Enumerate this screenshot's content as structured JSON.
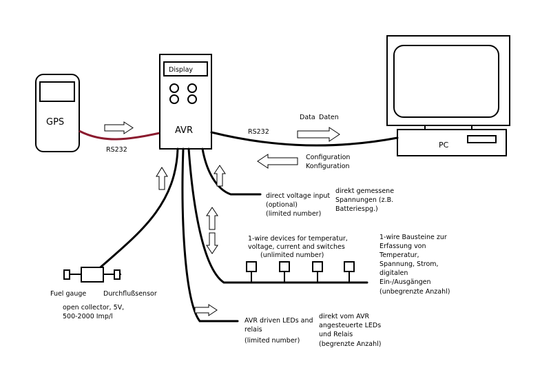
{
  "gps": {
    "label": "GPS"
  },
  "avr": {
    "label": "AVR",
    "display_label": "Display"
  },
  "pc": {
    "label": "PC"
  },
  "links": {
    "rs232_gps": "RS232",
    "rs232_pc": "RS232",
    "data_en": "Data",
    "data_de": "Daten",
    "config_en": "Configuration",
    "config_de": "Konfiguration"
  },
  "voltage_input": {
    "en_lines": [
      "direct voltage input",
      "(optional)",
      "(limited number)"
    ],
    "de_lines": [
      "direkt gemessene",
      "Spannungen (z.B.",
      "Batteriespg.)"
    ]
  },
  "onewire": {
    "en_lines": [
      "1-wire devices for temperatur,",
      "voltage, current and switches",
      "(unlimited number)"
    ],
    "de_lines": [
      "1-wire Bausteine zur",
      "Erfassung von",
      "Temperatur,",
      "Spannung, Strom,",
      "digitalen",
      "Ein-/Ausgängen",
      "(unbegrenzte Anzahl)"
    ]
  },
  "fuel": {
    "label_en": "Fuel gauge",
    "label_de": "Durchflußsensor",
    "spec_lines": [
      "open collector, 5V,",
      "500-2000 Imp/l"
    ]
  },
  "leds": {
    "en_lines": [
      "AVR driven LEDs and",
      "relais",
      "(limited number)"
    ],
    "de_lines": [
      "direkt vom AVR",
      "angesteuerte LEDs",
      "und Relais",
      "(begrenzte Anzahl)"
    ]
  },
  "colors": {
    "gps_cable": "#8b1a2e",
    "line": "#000000"
  }
}
